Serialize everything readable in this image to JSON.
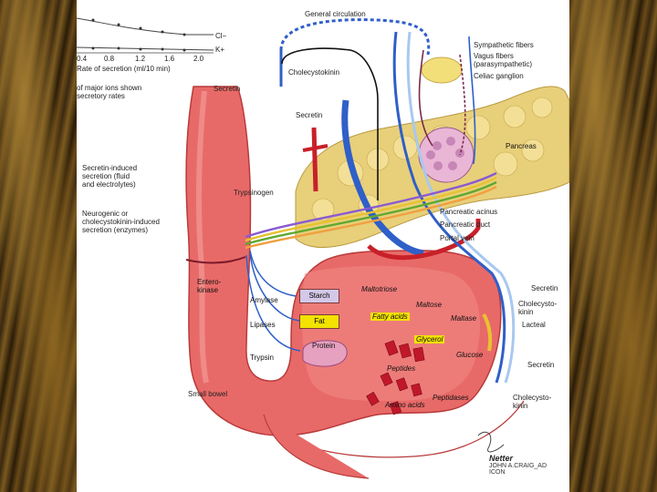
{
  "graph": {
    "ion_top": "Cl−",
    "ion_bottom": "K+",
    "ticks": [
      "0.4",
      "0.8",
      "1.2",
      "1.6",
      "2.0"
    ],
    "xlabel": "Rate of secretion (ml/10 min)",
    "caption": "of major ions shown\nsecretory rates"
  },
  "labels": {
    "general_circulation": "General circulation",
    "cholecystokinin_top": "Cholecystokinin",
    "secretin_top": "Secretin",
    "secretin_mid": "Secretin",
    "sympathetic": "Sympathetic fibers",
    "vagus": "Vagus fibers\n(parasympathetic)",
    "celiac": "Celiac ganglion",
    "pancreas": "Pancreas",
    "secretin_induced": "Secretin-induced\nsecretion (fluid\nand electrolytes)",
    "trypsinogen": "Trypsinogen",
    "neurogenic": "Neurogenic or\ncholecystokinin-induced\nsecretion (enzymes)",
    "pancreatic_acinus": "Pancreatic acinus",
    "pancreatic_duct": "Pancreatic duct",
    "portal_vein": "Portal vein",
    "enterokinase": "Entero-\nkinase",
    "amylase": "Amylase",
    "starch": "Starch",
    "maltotriose": "Maltotriose",
    "maltose": "Maltose",
    "maltase": "Maltase",
    "secretin_right1": "Secretin",
    "cholecystokinin_right1": "Cholecysto-\nkinin",
    "lacteal": "Lacteal",
    "lipases": "Lipases",
    "fat": "Fat",
    "fatty_acids": "Fatty acids",
    "glycerol": "Glycerol",
    "glucose": "Glucose",
    "protein": "Protein",
    "trypsin": "Trypsin",
    "peptides": "Peptides",
    "secretin_right2": "Secretin",
    "peptidases": "Peptidases",
    "amino_acids": "Amino acids",
    "cholecystokinin_right2": "Cholecysto-\nkinin",
    "small_bowel": "Small bowel"
  },
  "signature": {
    "name": "Netter",
    "artist": "JOHN A.CRAIG_AD",
    "publisher": "ICON"
  },
  "colors": {
    "organ_pink": "#e86a68",
    "organ_dark": "#b83a3a",
    "pancreas_yellow": "#e8cf7a",
    "vein_blue": "#2f5fc8",
    "blood_red": "#c8202a",
    "box_lavender": "#d4c8e8",
    "box_yellow": "#f3e200",
    "peptide_red": "#c0182a"
  }
}
